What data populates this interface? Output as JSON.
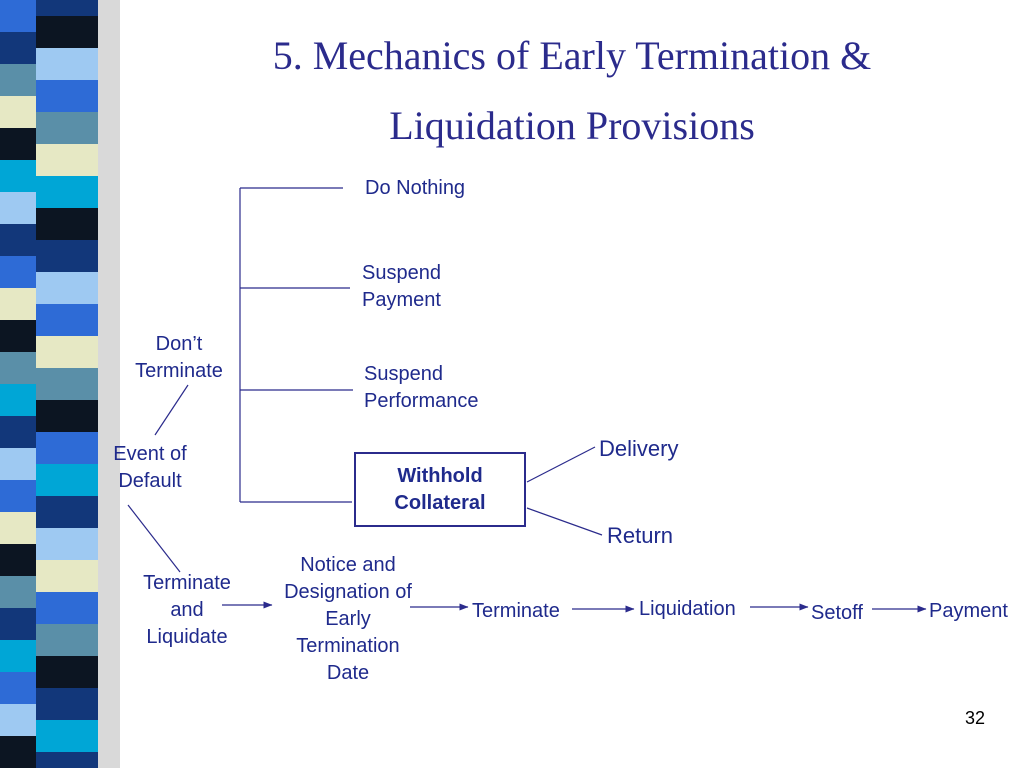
{
  "title": {
    "line1": "5. Mechanics of Early Termination &",
    "line2": "Liquidation Provisions"
  },
  "diagram": {
    "event_of_default": [
      "Event of",
      "Default"
    ],
    "dont_terminate": [
      "Don’t",
      "Terminate"
    ],
    "options": {
      "do_nothing": [
        "Do Nothing"
      ],
      "suspend_payment": [
        "Suspend",
        "Payment"
      ],
      "suspend_performance": [
        "Suspend",
        "Performance"
      ],
      "withhold_collateral": [
        "Withhold",
        "Collateral"
      ]
    },
    "collateral_outcomes": {
      "delivery": "Delivery",
      "return": "Return"
    },
    "terminate_and_liquidate": [
      "Terminate",
      "and",
      "Liquidate"
    ],
    "notice_and_designation": [
      "Notice and",
      "Designation of",
      "Early",
      "Termination",
      "Date"
    ],
    "sequence": {
      "terminate": "Terminate",
      "liquidation": "Liquidation",
      "setoff": "Setoff",
      "payment": "Payment"
    }
  },
  "page_number": "32",
  "colors": {
    "text": "#1f2a8c",
    "title": "#2b2b8c",
    "lines": "#2b2b8c",
    "sidebar_palette": [
      "#2e6bd6",
      "#12377a",
      "#5a8fa8",
      "#e6e8c4",
      "#0c1522",
      "#00a6d6",
      "#9ec9f2"
    ]
  }
}
